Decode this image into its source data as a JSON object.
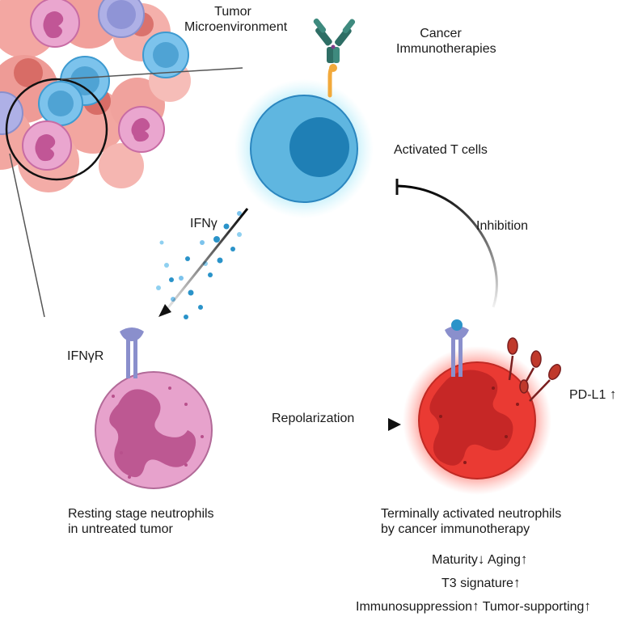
{
  "labels": {
    "tumor_line1": "Tumor",
    "tumor_line2": "Microenvironment",
    "cancer_line1": "Cancer",
    "cancer_line2": "Immunotherapies",
    "activated_t": "Activated T cells",
    "ifn": "IFNγ",
    "inhibition": "Inhibition",
    "ifnr": "IFNγR",
    "pdl1": "PD-L1",
    "repolarization": "Repolarization",
    "resting_line1": "Resting stage neutrophils",
    "resting_line2": "in untreated tumor",
    "terminal_line1": "Terminally activated neutrophils",
    "terminal_line2": "by cancer immunotherapy",
    "maturity": "Maturity",
    "aging": "Aging",
    "t3": "T3 signature",
    "immunosuppression": "Immunosuppression",
    "tumor_supporting": "Tumor-supporting"
  },
  "arrows": {
    "up": "↑",
    "down": "↓"
  },
  "colors": {
    "t_cell": "#5fb6e0",
    "t_cell_nucleus": "#1f7fb5",
    "resting_neutrophil": "#e7a2cc",
    "resting_nucleus": "#b8508c",
    "activated_neutrophil": "#ea3a33",
    "activated_nucleus": "#bf2525",
    "receptor": "#8a8fcc",
    "pdl1": "#c0392b",
    "antibody": "#2e6e65",
    "tcr": "#f2a93b",
    "ifn_dots": "#2a93c9"
  }
}
